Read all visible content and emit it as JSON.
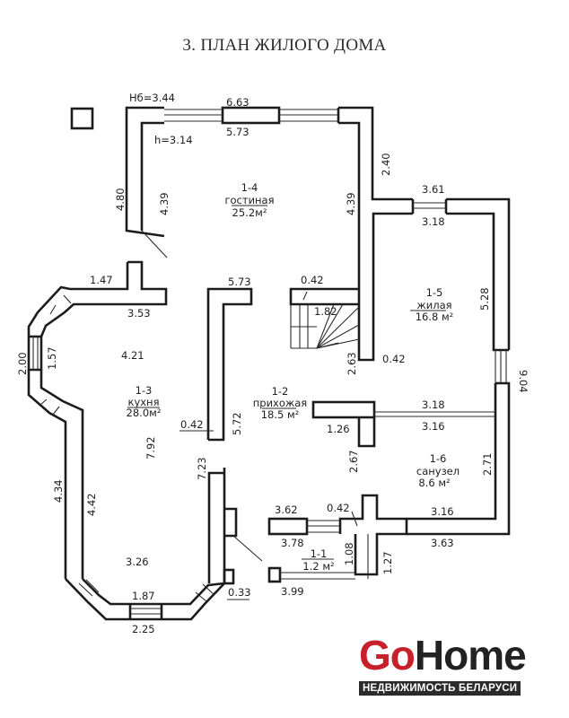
{
  "title": "3. ПЛАН ЖИЛОГО ДОМА",
  "heights": {
    "outer": "Hб=3.44",
    "inner": "h=3.14"
  },
  "rooms": [
    {
      "id": "1-1",
      "name": "",
      "area": "1.2  м²"
    },
    {
      "id": "1-2",
      "name": "прихожая",
      "area": "18.5 м²"
    },
    {
      "id": "1-3",
      "name": "кухня",
      "area": "28.0м²"
    },
    {
      "id": "1-4",
      "name": "гостиная",
      "area": "25.2м²"
    },
    {
      "id": "1-5",
      "name": "жилая",
      "area": "16.8 м²"
    },
    {
      "id": "1-6",
      "name": "санузел",
      "area": "8.6  м²"
    }
  ],
  "dimensions": {
    "top_outer": "6.63",
    "top_inner": "5.73",
    "living_left_outer": "4.80",
    "living_left_inner": "4.39",
    "living_right_inner": "4.39",
    "living_right_outer": "2.40",
    "bedroom_top_outer": "3.61",
    "bedroom_top_inner": "3.18",
    "bedroom_right": "5.28",
    "right_overall": "9.04",
    "stair_wall": "0.42",
    "stair_width": "1.82",
    "stair_height": "2.63",
    "bedroom_wall": "0.42",
    "hall_partition_top": "5.73",
    "hall_partition_left": "0.42",
    "hall_partition_height": "5.72",
    "kitchen_top_outer": "1.47",
    "kitchen_top_inner": "3.53",
    "kitchen_bay_outer": "2.00",
    "kitchen_bay_inner": "1.57",
    "kitchen_width": "4.21",
    "kitchen_length": "7.92",
    "kitchen_left_outer": "4.34",
    "kitchen_left_inner": "4.42",
    "kitchen_right": "7.23",
    "kitchen_bottom_width": "3.26",
    "kitchen_bottom_inner": "1.87",
    "kitchen_bottom_outer": "2.25",
    "kitchen_corner": "0.33",
    "bath_top_outer": "3.18",
    "bath_top_inner": "3.16",
    "bath_partition": "1.26",
    "bath_partition_height": "2.67",
    "bath_right": "2.71",
    "bath_bottom_inner": "3.16",
    "bath_bottom_outer": "3.63",
    "vest_top_outer": "3.62",
    "vest_wall": "0.42",
    "vest_top_inner": "3.78",
    "vest_height_inner": "1.08",
    "vest_height_outer": "1.27",
    "vest_bottom": "3.99"
  },
  "logo": {
    "part1": "Go",
    "part2": "Home",
    "tagline": "НЕДВИЖИМОСТЬ БЕЛАРУСИ",
    "color_red": "#c8202a",
    "color_dark": "#222222"
  }
}
